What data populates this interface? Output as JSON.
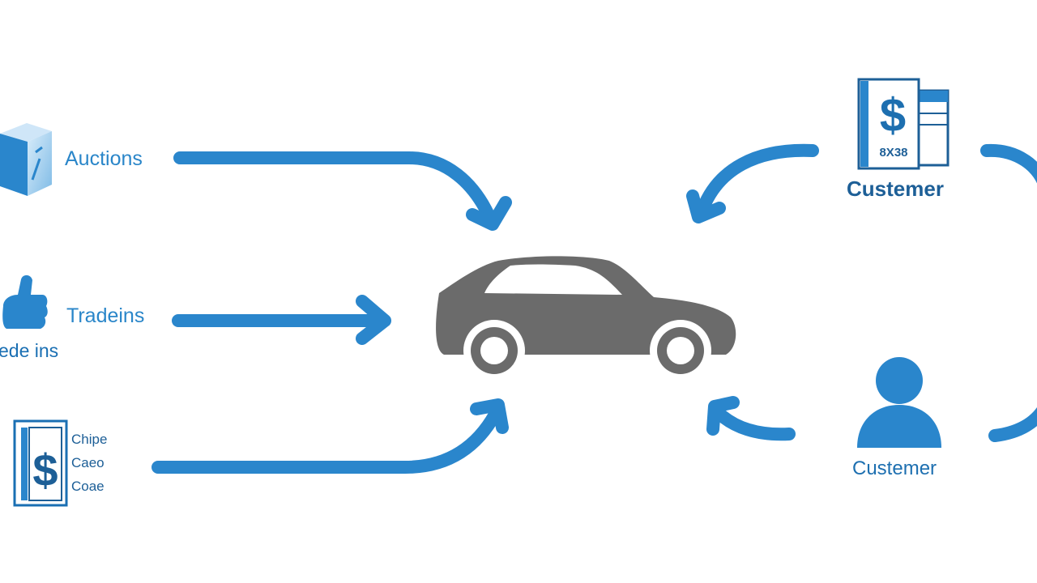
{
  "labels": {
    "auctions": "Auctions",
    "tradeins": "Tradeins",
    "tradeins_secondary": "ede ins",
    "code_line_1": "Chipe",
    "code_line_2": "Caeo",
    "code_line_3": "Coae",
    "customer_top": "Custemer",
    "customer_bottom": "Custemer"
  },
  "glyphs": {
    "dollar": "$",
    "receipt_code": "8X38"
  },
  "icons": {
    "auctions": "cube-icon",
    "tradeins": "thumbs-up-icon",
    "code": "dollar-card-icon",
    "customer_top": "receipt-icon",
    "customer_bottom": "person-icon",
    "center": "car-icon"
  },
  "colors": {
    "arrow": "#2a86cc",
    "car": "#6b6b6b",
    "label": "#2a86c9",
    "dark_label": "#1d5f97"
  }
}
